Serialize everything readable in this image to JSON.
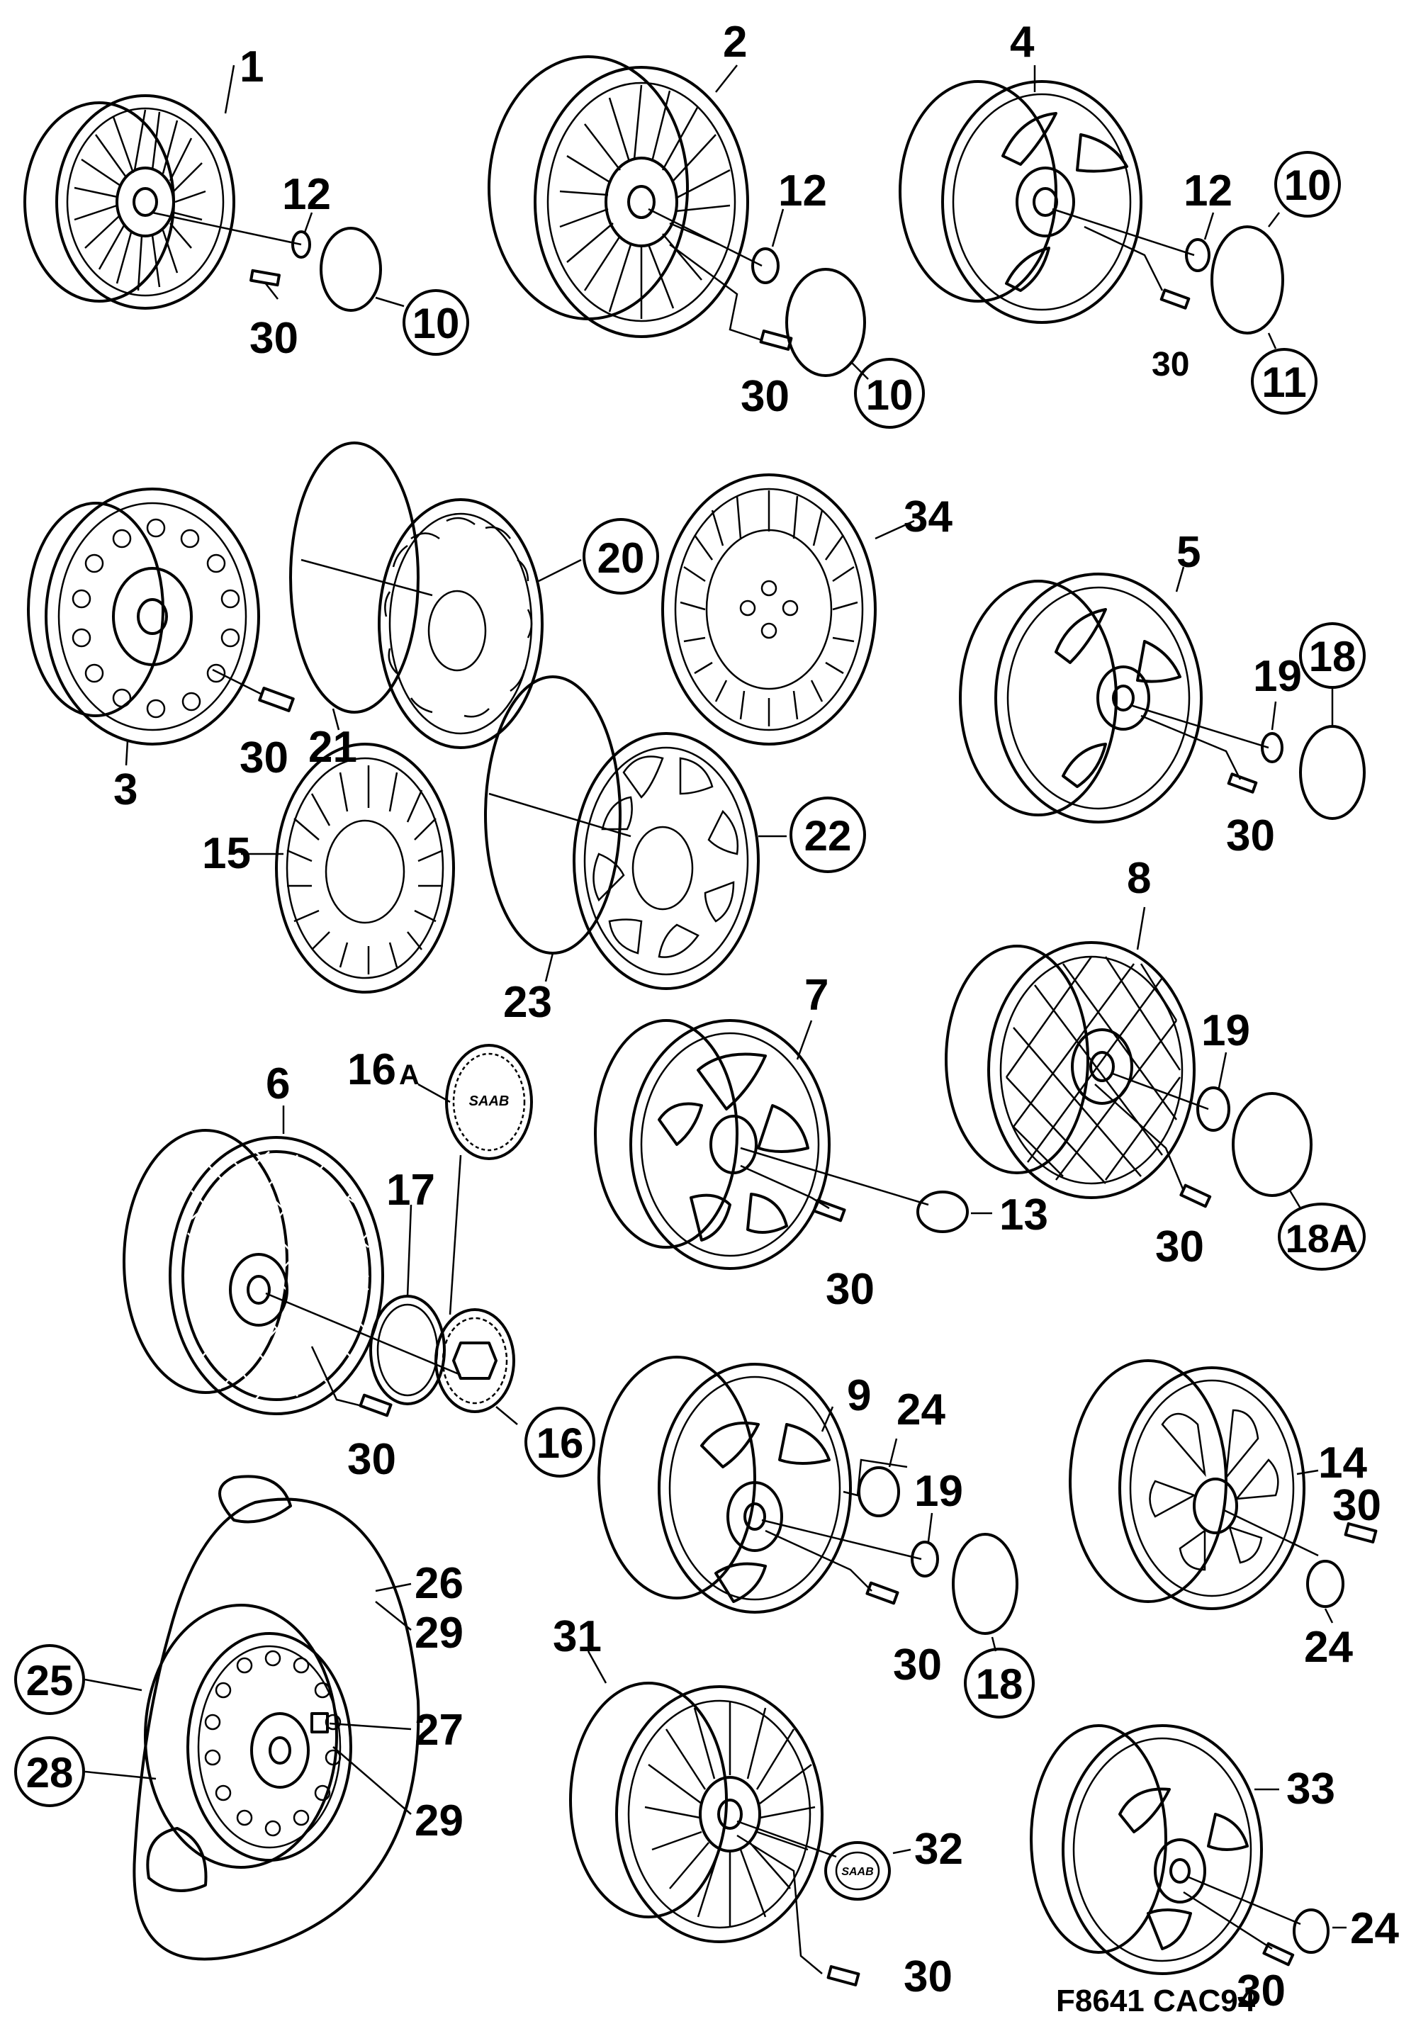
{
  "diagram_code": "F8641 CAC94",
  "callouts": {
    "c1": "1",
    "c2": "2",
    "c3": "3",
    "c4": "4",
    "c5": "5",
    "c6": "6",
    "c7": "7",
    "c8": "8",
    "c9": "9",
    "c10a": "10",
    "c10b": "10",
    "c10c": "10",
    "c11": "11",
    "c12a": "12",
    "c12b": "12",
    "c12c": "12",
    "c13": "13",
    "c14": "14",
    "c15": "15",
    "c16": "16",
    "c16a_num": "16",
    "c16a_letter": "A",
    "c17": "17",
    "c18a": "18",
    "c18b": "18",
    "c18A": "18A",
    "c19a": "19",
    "c19b": "19",
    "c19c": "19",
    "c20": "20",
    "c21": "21",
    "c22": "22",
    "c23": "23",
    "c24a": "24",
    "c24b": "24",
    "c24c": "24",
    "c25": "25",
    "c26": "26",
    "c27": "27",
    "c28": "28",
    "c29a": "29",
    "c29b": "29",
    "c30a": "30",
    "c30b": "30",
    "c30c": "30",
    "c30d": "30",
    "c30e": "30",
    "c30f": "30",
    "c30g": "30",
    "c30h": "30",
    "c30i": "30",
    "c30j": "30",
    "c30k": "30",
    "c31": "31",
    "c32": "32",
    "c33": "33",
    "c34": "34"
  },
  "badges": {
    "saab_logo_text": "SAAB"
  }
}
